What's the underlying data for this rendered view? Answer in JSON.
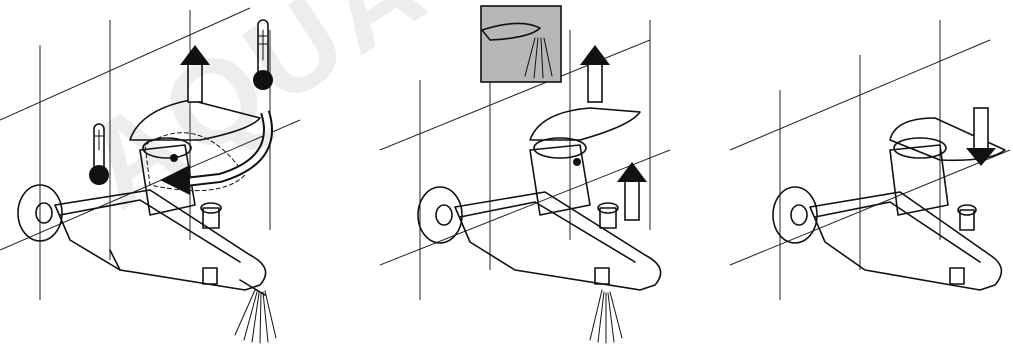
{
  "watermark": {
    "text": "AQUA"
  },
  "panels": [
    {
      "id": "temperature-adjust",
      "icons": [
        "thermometer-hot-icon",
        "thermometer-cold-icon",
        "up-arrow-icon",
        "curved-arrow-icon"
      ]
    },
    {
      "id": "lift-lever-flow",
      "icons": [
        "spray-inset-icon",
        "up-arrow-icon",
        "up-arrow-icon"
      ]
    },
    {
      "id": "press-diverter",
      "icons": [
        "down-arrow-icon"
      ]
    }
  ],
  "colors": {
    "line": "#111111",
    "fill": "#ffffff",
    "arrow": "#222222",
    "inset": "#b7b7b7"
  }
}
